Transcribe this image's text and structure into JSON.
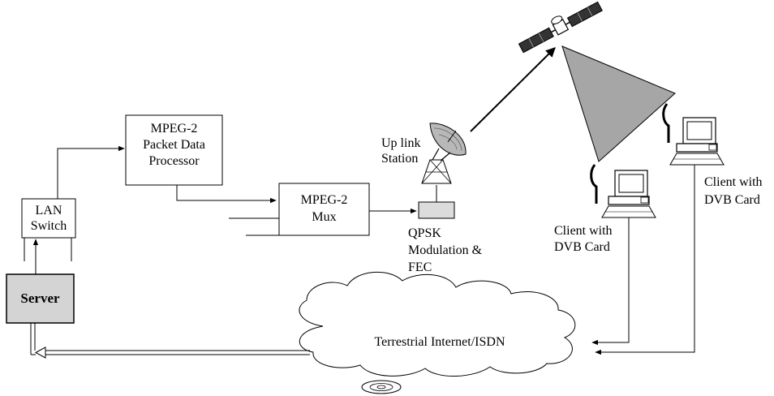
{
  "labels": {
    "server": "Server",
    "lan_switch_line1": "LAN",
    "lan_switch_line2": "Switch",
    "processor_line1": "MPEG-2",
    "processor_line2": "Packet Data",
    "processor_line3": "Processor",
    "mux_line1": "MPEG-2",
    "mux_line2": "Mux",
    "uplink_line1": "Up link",
    "uplink_line2": "Station",
    "qpsk_line1": "QPSK",
    "qpsk_line2": "Modulation &",
    "qpsk_line3": "FEC",
    "client1_line1": "Client with",
    "client1_line2": "DVB Card",
    "client2_line1": "Client with",
    "client2_line2": "DVB Card",
    "cloud": "Terrestrial Internet/ISDN"
  },
  "colors": {
    "server_fill": "#d4d4d4",
    "beam_fill": "#a6a6a6",
    "modulator_fill": "#dcdcdc",
    "stroke": "#000000"
  },
  "icons": [
    "satellite-icon",
    "satellite-dish-icon",
    "client-computer-icon",
    "receiver-antenna-icon",
    "cloud-icon"
  ]
}
